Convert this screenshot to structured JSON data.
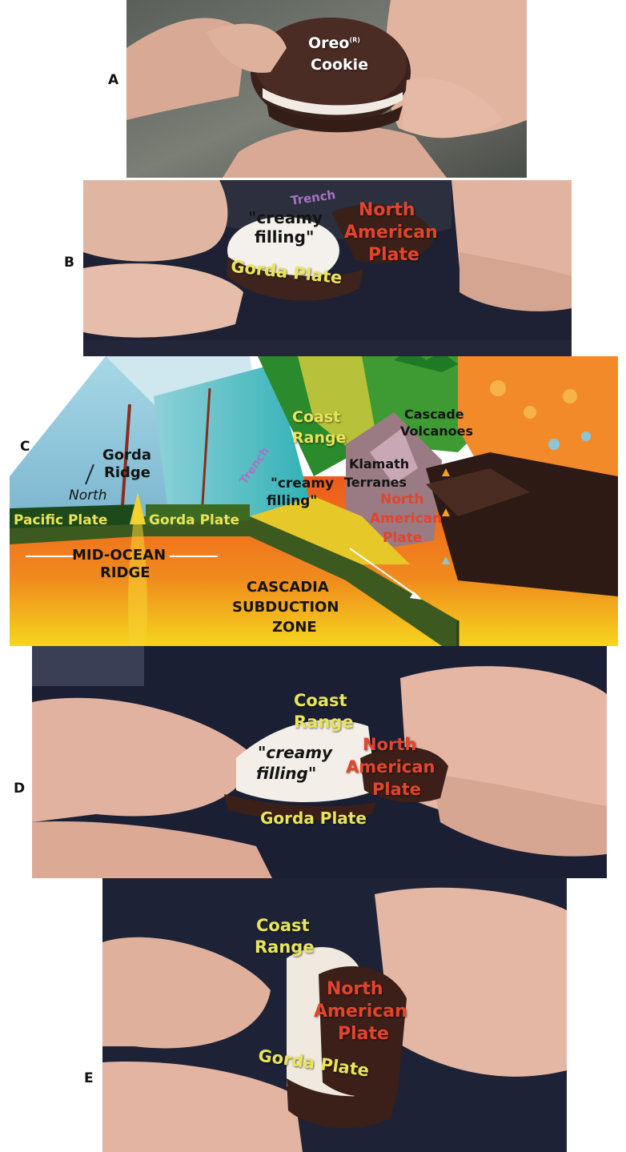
{
  "panels": {
    "a": {
      "letter": "A",
      "oreo": "Oreo",
      "trademark": "(R)",
      "cookie": "Cookie"
    },
    "b": {
      "letter": "B",
      "trench": "Trench",
      "creamy": "\"creamy",
      "filling": "filling\"",
      "north": "North",
      "american": "American",
      "plate": "Plate",
      "gorda_plate": "Gorda Plate"
    },
    "c": {
      "letter": "C",
      "gorda": "Gorda",
      "ridge": "Ridge",
      "north_arrow": "North",
      "coast": "Coast",
      "range": "Range",
      "cascade": "Cascade",
      "volcanoes": "Volcanoes",
      "trench": "Trench",
      "creamy": "\"creamy",
      "filling": "filling\"",
      "klamath": "Klamath",
      "terranes": "Terranes",
      "north": "North",
      "american": "American",
      "plate": "Plate",
      "pacific_plate": "Pacific Plate",
      "gorda_plate": "Gorda Plate",
      "mid_ocean": "MID-OCEAN",
      "ridge_caps": "RIDGE",
      "cascadia": "CASCADIA",
      "subduction": "SUBDUCTION",
      "zone": "ZONE"
    },
    "d": {
      "letter": "D",
      "coast": "Coast",
      "range": "Range",
      "north": "North",
      "american": "American",
      "plate": "Plate",
      "creamy": "\"creamy",
      "filling": "filling\"",
      "gorda_plate": "Gorda Plate"
    },
    "e": {
      "letter": "E",
      "coast": "Coast",
      "range": "Range",
      "north": "North",
      "american": "American",
      "plate": "Plate",
      "gorda_plate": "Gorda Plate"
    }
  }
}
